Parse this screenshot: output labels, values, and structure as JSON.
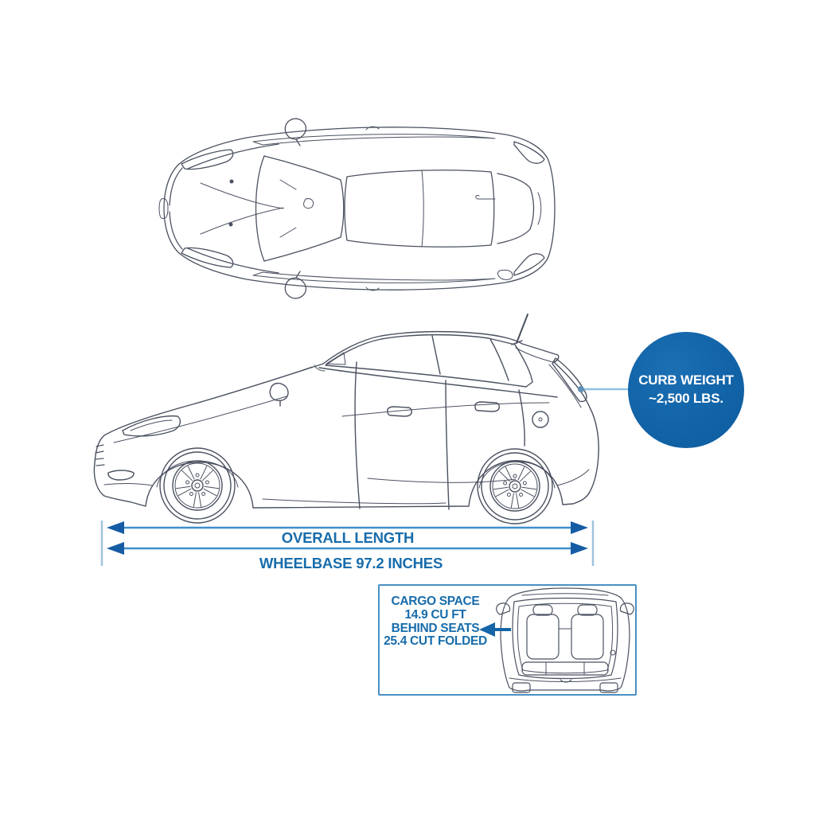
{
  "colors": {
    "background": "#ffffff",
    "badge_blue": "#1263a7",
    "label_blue": "#176cab",
    "dim_line_blue": "#3f8fcc",
    "dim_arrowhead_blue": "#155ca4",
    "tick_blue": "#9fc3dd",
    "leader_line_blue": "#8fc2e2",
    "cargo_box_border": "#4a90c4",
    "cargo_arrow_blue": "#1565a8",
    "line_art": "#4a5160"
  },
  "badge": {
    "line1": "CURB WEIGHT",
    "line2": "~2,500 LBS."
  },
  "dimensions": {
    "overall_length": "OVERALL LENGTH",
    "wheelbase": "WHEELBASE 97.2 INCHES"
  },
  "cargo": {
    "lines": [
      "CARGO SPACE",
      "14.9 CU FT",
      "BEHIND SEATS",
      "25.4 CUT FOLDED"
    ]
  },
  "illustrations": {
    "top_view": "car-top-view",
    "side_view": "car-side-view",
    "rear_view": "car-rear-view-open-hatch"
  }
}
